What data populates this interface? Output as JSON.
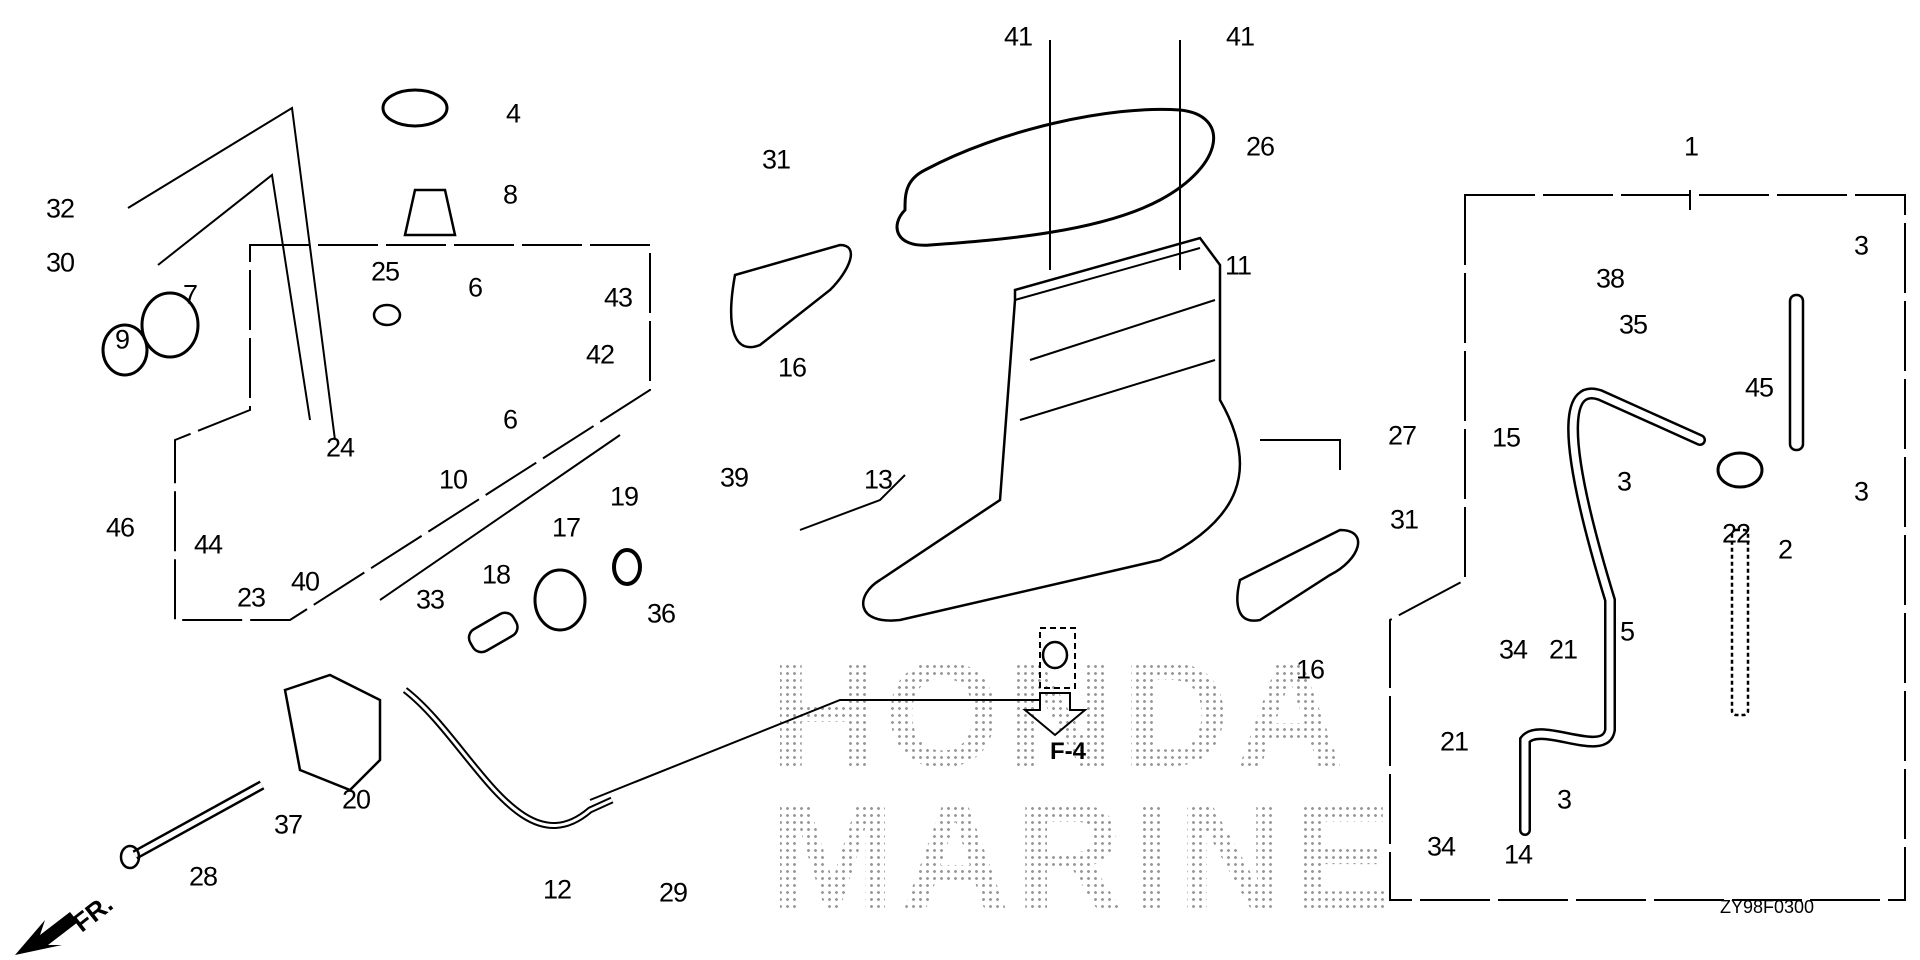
{
  "diagram": {
    "title_code": "ZY98F0300",
    "watermark": {
      "line1": "HONDA",
      "line2": "MARINE"
    },
    "direction_label": "FR.",
    "reference_label": "F-4",
    "callouts": [
      {
        "id": "c1",
        "text": "1"
      },
      {
        "id": "c2",
        "text": "2"
      },
      {
        "id": "c3a",
        "text": "3"
      },
      {
        "id": "c3b",
        "text": "3"
      },
      {
        "id": "c3c",
        "text": "3"
      },
      {
        "id": "c3d",
        "text": "3"
      },
      {
        "id": "c4",
        "text": "4"
      },
      {
        "id": "c5",
        "text": "5"
      },
      {
        "id": "c6a",
        "text": "6"
      },
      {
        "id": "c6b",
        "text": "6"
      },
      {
        "id": "c7",
        "text": "7"
      },
      {
        "id": "c8",
        "text": "8"
      },
      {
        "id": "c9",
        "text": "9"
      },
      {
        "id": "c10",
        "text": "10"
      },
      {
        "id": "c11",
        "text": "11"
      },
      {
        "id": "c12",
        "text": "12"
      },
      {
        "id": "c13",
        "text": "13"
      },
      {
        "id": "c14",
        "text": "14"
      },
      {
        "id": "c15",
        "text": "15"
      },
      {
        "id": "c16a",
        "text": "16"
      },
      {
        "id": "c16b",
        "text": "16"
      },
      {
        "id": "c17",
        "text": "17"
      },
      {
        "id": "c18",
        "text": "18"
      },
      {
        "id": "c19",
        "text": "19"
      },
      {
        "id": "c20",
        "text": "20"
      },
      {
        "id": "c21a",
        "text": "21"
      },
      {
        "id": "c21b",
        "text": "21"
      },
      {
        "id": "c22",
        "text": "22"
      },
      {
        "id": "c23",
        "text": "23"
      },
      {
        "id": "c24",
        "text": "24"
      },
      {
        "id": "c25",
        "text": "25"
      },
      {
        "id": "c26",
        "text": "26"
      },
      {
        "id": "c27",
        "text": "27"
      },
      {
        "id": "c28",
        "text": "28"
      },
      {
        "id": "c29",
        "text": "29"
      },
      {
        "id": "c30",
        "text": "30"
      },
      {
        "id": "c31a",
        "text": "31"
      },
      {
        "id": "c31b",
        "text": "31"
      },
      {
        "id": "c32",
        "text": "32"
      },
      {
        "id": "c33",
        "text": "33"
      },
      {
        "id": "c34a",
        "text": "34"
      },
      {
        "id": "c34b",
        "text": "34"
      },
      {
        "id": "c35",
        "text": "35"
      },
      {
        "id": "c36",
        "text": "36"
      },
      {
        "id": "c37",
        "text": "37"
      },
      {
        "id": "c38",
        "text": "38"
      },
      {
        "id": "c39",
        "text": "39"
      },
      {
        "id": "c40",
        "text": "40"
      },
      {
        "id": "c41a",
        "text": "41"
      },
      {
        "id": "c41b",
        "text": "41"
      },
      {
        "id": "c42",
        "text": "42"
      },
      {
        "id": "c43",
        "text": "43"
      },
      {
        "id": "c44",
        "text": "44"
      },
      {
        "id": "c45",
        "text": "45"
      },
      {
        "id": "c46",
        "text": "46"
      }
    ]
  }
}
